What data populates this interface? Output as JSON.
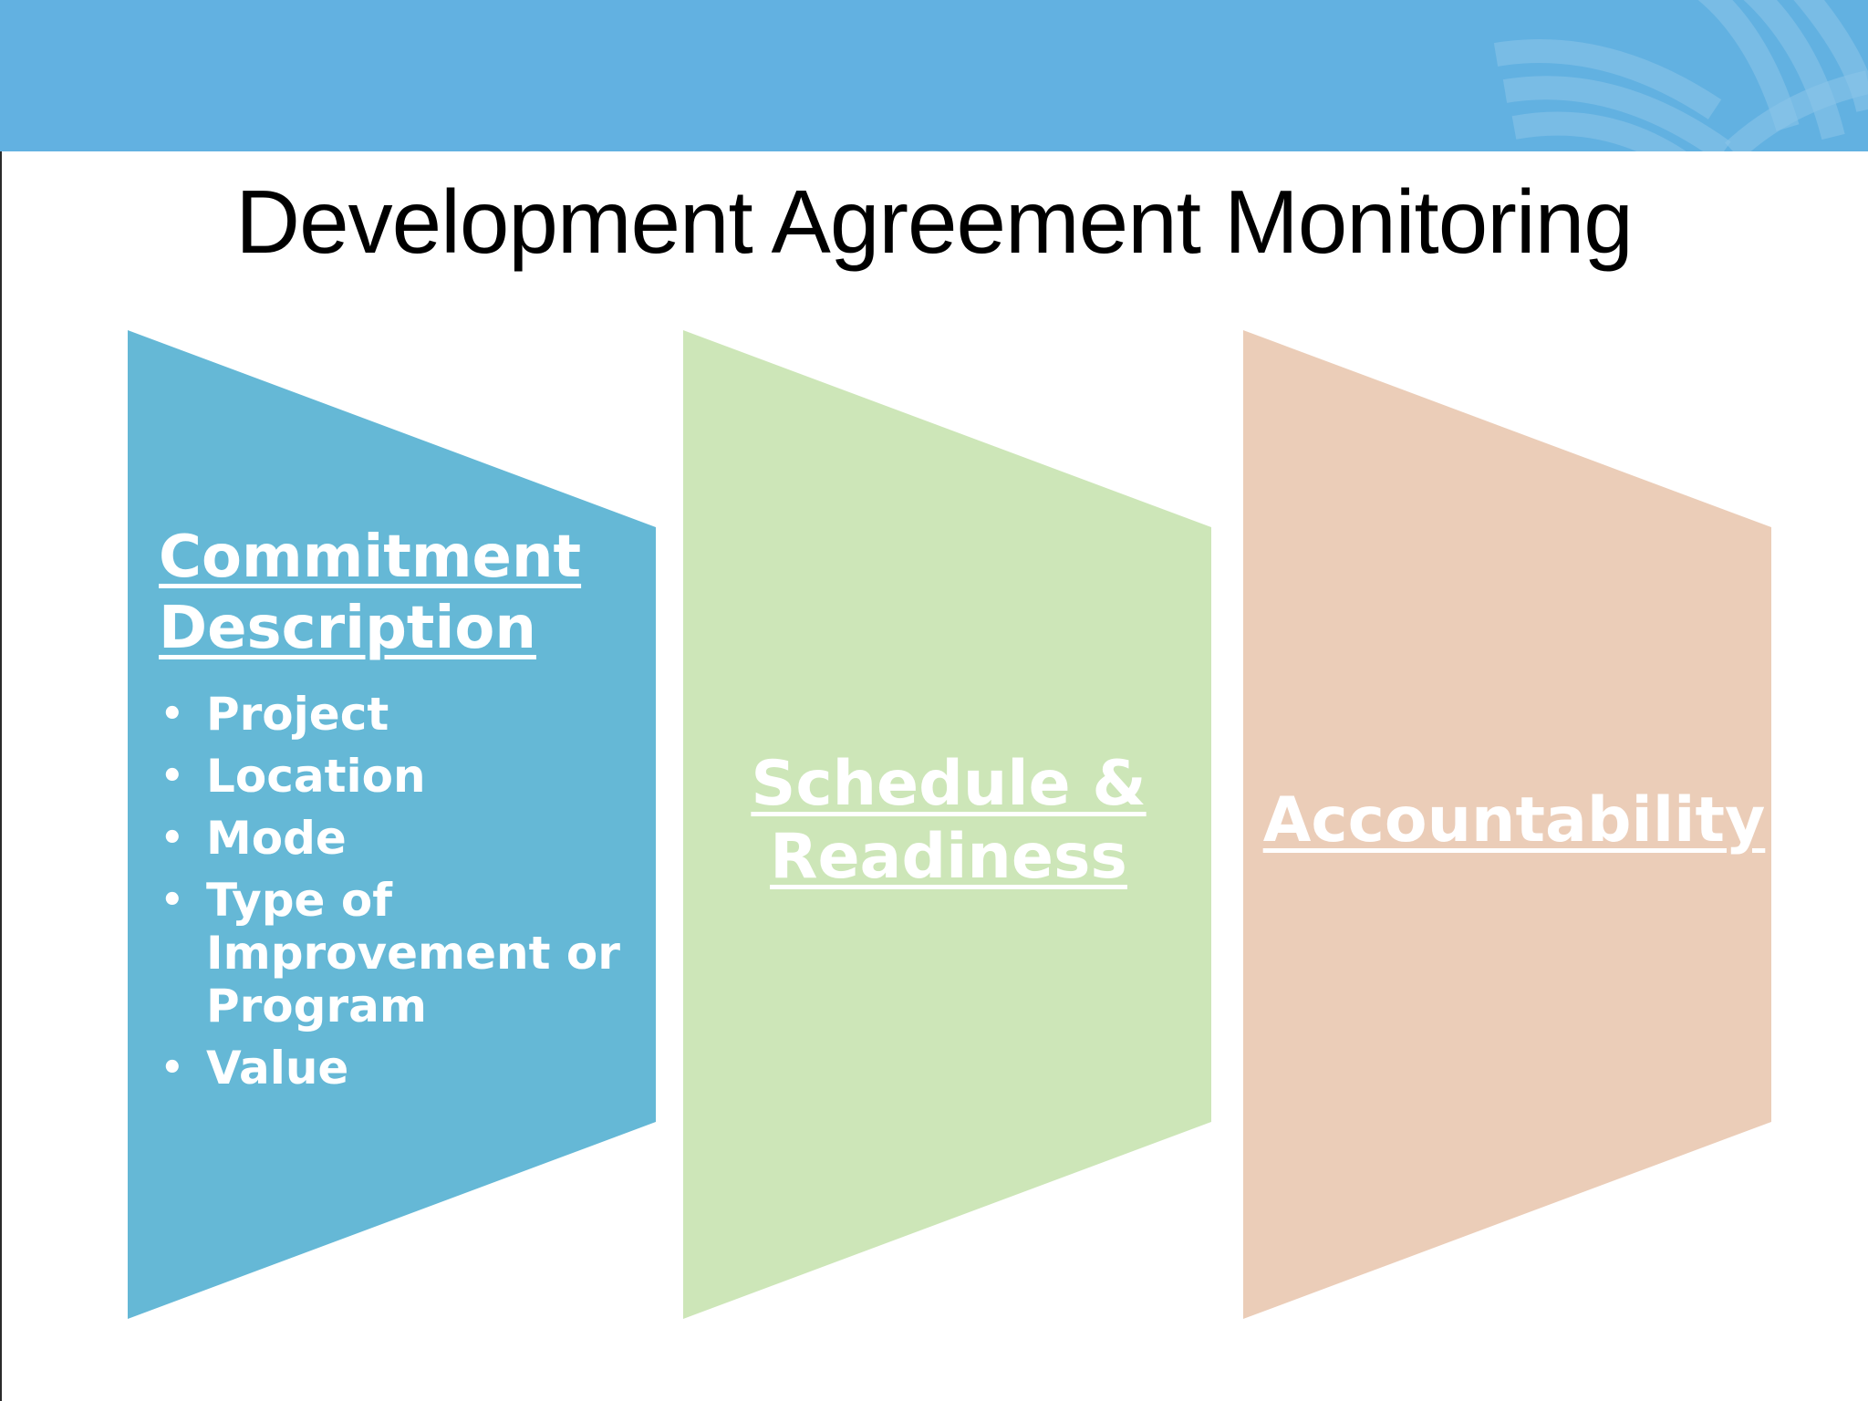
{
  "slide": {
    "title": "Development Agreement Monitoring"
  },
  "colors": {
    "header_band": "#62b1e1",
    "panel_commitment": "#65b8d6",
    "panel_schedule": "#cde6b8",
    "panel_accountability": "#ebcdb8",
    "panel_text": "#ffffff"
  },
  "panels": [
    {
      "heading": "Commitment Description",
      "bullets": [
        "Project",
        "Location",
        "Mode",
        "Type of Improvement or Program",
        "Value"
      ]
    },
    {
      "heading": "Schedule & Readiness"
    },
    {
      "heading": "Accountability"
    }
  ],
  "decorations": {
    "header_logo": "arc-swoosh-logo"
  }
}
